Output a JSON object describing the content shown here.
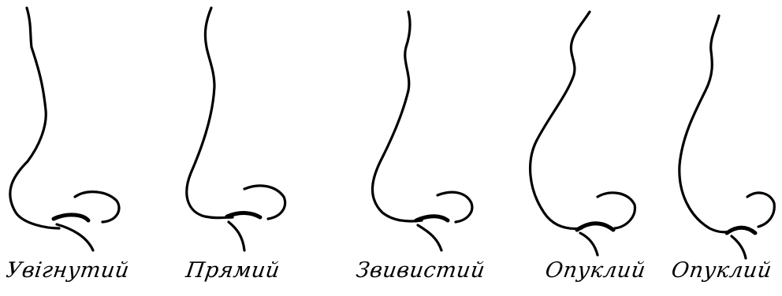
{
  "figures": [
    {
      "label": "Увігнутий",
      "shape": "concave-nose-profile"
    },
    {
      "label": "Прямий",
      "shape": "straight-nose-profile"
    },
    {
      "label": "Звивистий",
      "shape": "wavy-nose-profile"
    },
    {
      "label": "Опуклий",
      "shape": "convex-nose-profile"
    },
    {
      "label": "Опуклий",
      "shape": "convex-nose-profile"
    }
  ],
  "colors": {
    "ink": "#000000",
    "paper": "#ffffff"
  }
}
